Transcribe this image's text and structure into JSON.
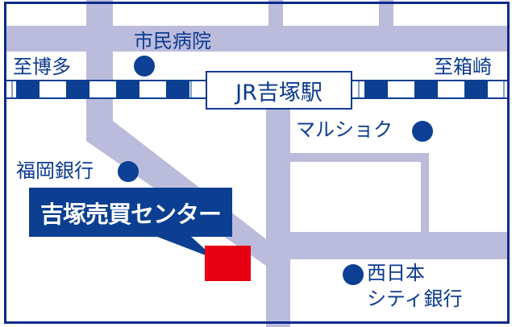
{
  "map": {
    "colors": {
      "road": "#bbbcdc",
      "frame": "#0b2a8a",
      "text": "#0b3a8f",
      "landmark_dot": "#0d3f94",
      "rail_block": "#0c3f92",
      "callout_bg": "#0c3f92",
      "callout_text": "#ffffff",
      "destination_marker": "#e60012"
    },
    "station": {
      "label": "JR吉塚駅"
    },
    "directions": {
      "west": "至博多",
      "east": "至箱崎"
    },
    "landmarks": [
      {
        "label": "市民病院",
        "icon": "circle-marker"
      },
      {
        "label": "マルショク",
        "icon": "circle-marker"
      },
      {
        "label": "福岡銀行",
        "icon": "circle-marker"
      },
      {
        "label": "西日本",
        "label_line2": "シティ銀行",
        "icon": "circle-marker"
      }
    ],
    "destination": {
      "label": "吉塚売買センター",
      "icon": "red-square-marker"
    }
  }
}
